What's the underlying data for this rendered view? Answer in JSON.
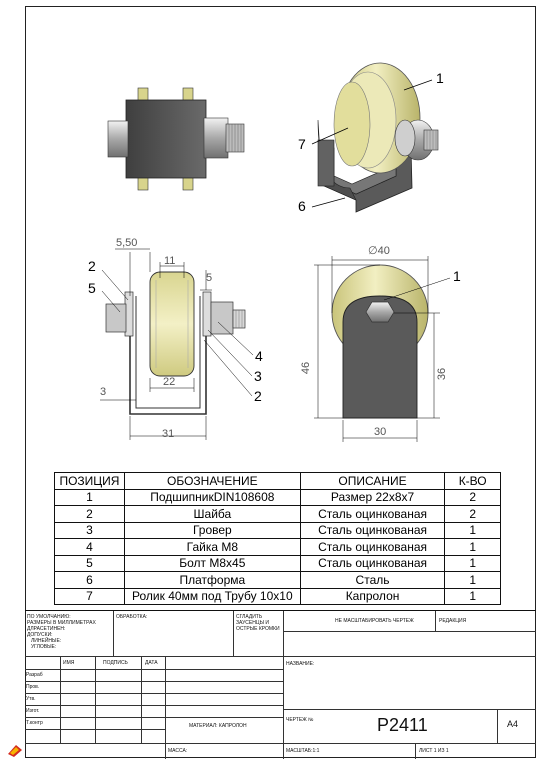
{
  "views": {
    "top_left": {
      "callouts": []
    },
    "isometric": {
      "callouts": [
        "1",
        "7",
        "6"
      ]
    },
    "front": {
      "dims": {
        "left_offset": "5,50",
        "top_width": "11",
        "right_small": "5",
        "bottom_width": "22",
        "left_small": "3",
        "overall_width": "31"
      },
      "callouts": [
        "2",
        "5",
        "4",
        "3",
        "2"
      ]
    },
    "side": {
      "dims": {
        "diameter": "∅40",
        "left_height": "46",
        "right_height": "36",
        "bottom_width": "30"
      },
      "callouts": [
        "1"
      ]
    }
  },
  "bom": {
    "headers": [
      "ПОЗИЦИЯ",
      "ОБОЗНАЧЕНИЕ",
      "ОПИСАНИЕ",
      "К-ВО"
    ],
    "rows": [
      [
        "1",
        "ПодшипникDIN108608",
        "Размер 22х8х7",
        "2"
      ],
      [
        "2",
        "Шайба",
        "Сталь оцинкованая",
        "2"
      ],
      [
        "3",
        "Гровер",
        "Сталь оцинкованая",
        "1"
      ],
      [
        "4",
        "Гайка М8",
        "Сталь оцинкованая",
        "1"
      ],
      [
        "5",
        "Болт М8х45",
        "Сталь оцинкованая",
        "1"
      ],
      [
        "6",
        "Платформа",
        "Сталь",
        "1"
      ],
      [
        "7",
        "Ролик 40мм под Трубу 10х10",
        "Капролон",
        "1"
      ]
    ]
  },
  "title_block": {
    "defaults": [
      "ПО УМОЛЧАНИЮ:",
      "РАЗМЕРЫ В МИЛЛИМЕТРАХ",
      "ДЛРАСЕТИНЕН:",
      "ДОПУСКИ:",
      "ЛИНЕЙНЫЕ:",
      "УГЛОВЫЕ:"
    ],
    "finish": "ОБРАБОТКА:",
    "deburr": [
      "СГЛАДИТЬ",
      "ЗАУСЕНЦЫ И",
      "ОСТРЫЕ КРОМКИ"
    ],
    "no_scale": "НЕ МАСШТАБИРОВАТЬ ЧЕРТЕЖ",
    "revision": "РЕДАКЦИЯ",
    "col_name": "ИМЯ",
    "col_sign": "ПОДПИСЬ",
    "col_date": "ДАТА",
    "roles": [
      "Разраб",
      "Пров.",
      "Утв.",
      "Изгот.",
      "Т.контр"
    ],
    "name_label": "НАЗВАНИЕ:",
    "material": "МАТЕРИАЛ: КАПРОЛОН",
    "drawing_no_label": "ЧЕРТЕЖ №",
    "drawing_no": "P2411",
    "format": "A4",
    "mass": "МАССА:",
    "scale": "МАСШТАБ:1:1",
    "sheet": "ЛИСТ 1 ИЗ 1"
  },
  "colors": {
    "roller": "#e6e3a6",
    "steel": "#555555",
    "bolt": "#c8c8c8"
  }
}
